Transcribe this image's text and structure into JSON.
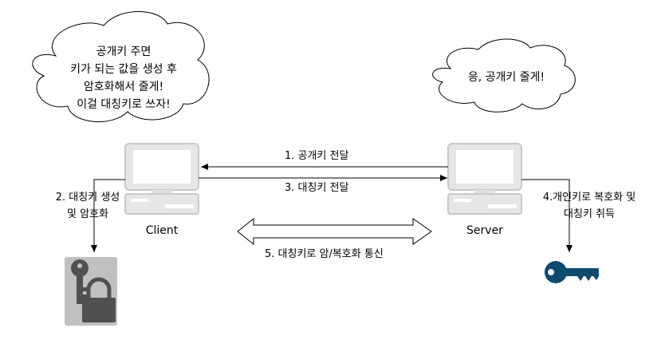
{
  "diagram": {
    "cloud_client": {
      "lines": [
        "공개키 주면",
        "키가 되는 값을 생성 후",
        "암호화해서 줄게!",
        "이걸 대칭키로 쓰자!"
      ]
    },
    "cloud_server": {
      "text": "응, 공개키 줄게!"
    },
    "client_label": "Client",
    "server_label": "Server",
    "arrows": {
      "step1": "1. 공개키  전달",
      "step3": "3. 대칭키 전달",
      "step5": "5. 대칭키로 암/복호화 통신"
    },
    "left_step": {
      "lines": [
        "2. 대칭키 생성",
        "및 암호화"
      ]
    },
    "right_step": {
      "lines": [
        "4.개인키로 복호화 및",
        "대칭키 취득"
      ]
    },
    "icons": {
      "client_result": "key-lock-icon",
      "server_result": "key-icon"
    },
    "colors": {
      "computer_light": "#e6e6e6",
      "computer_outline": "#c8c8c8",
      "lock_tile": "#c0c0c0",
      "lock_body": "#505050",
      "key_blue": "#0c4a6e"
    }
  }
}
